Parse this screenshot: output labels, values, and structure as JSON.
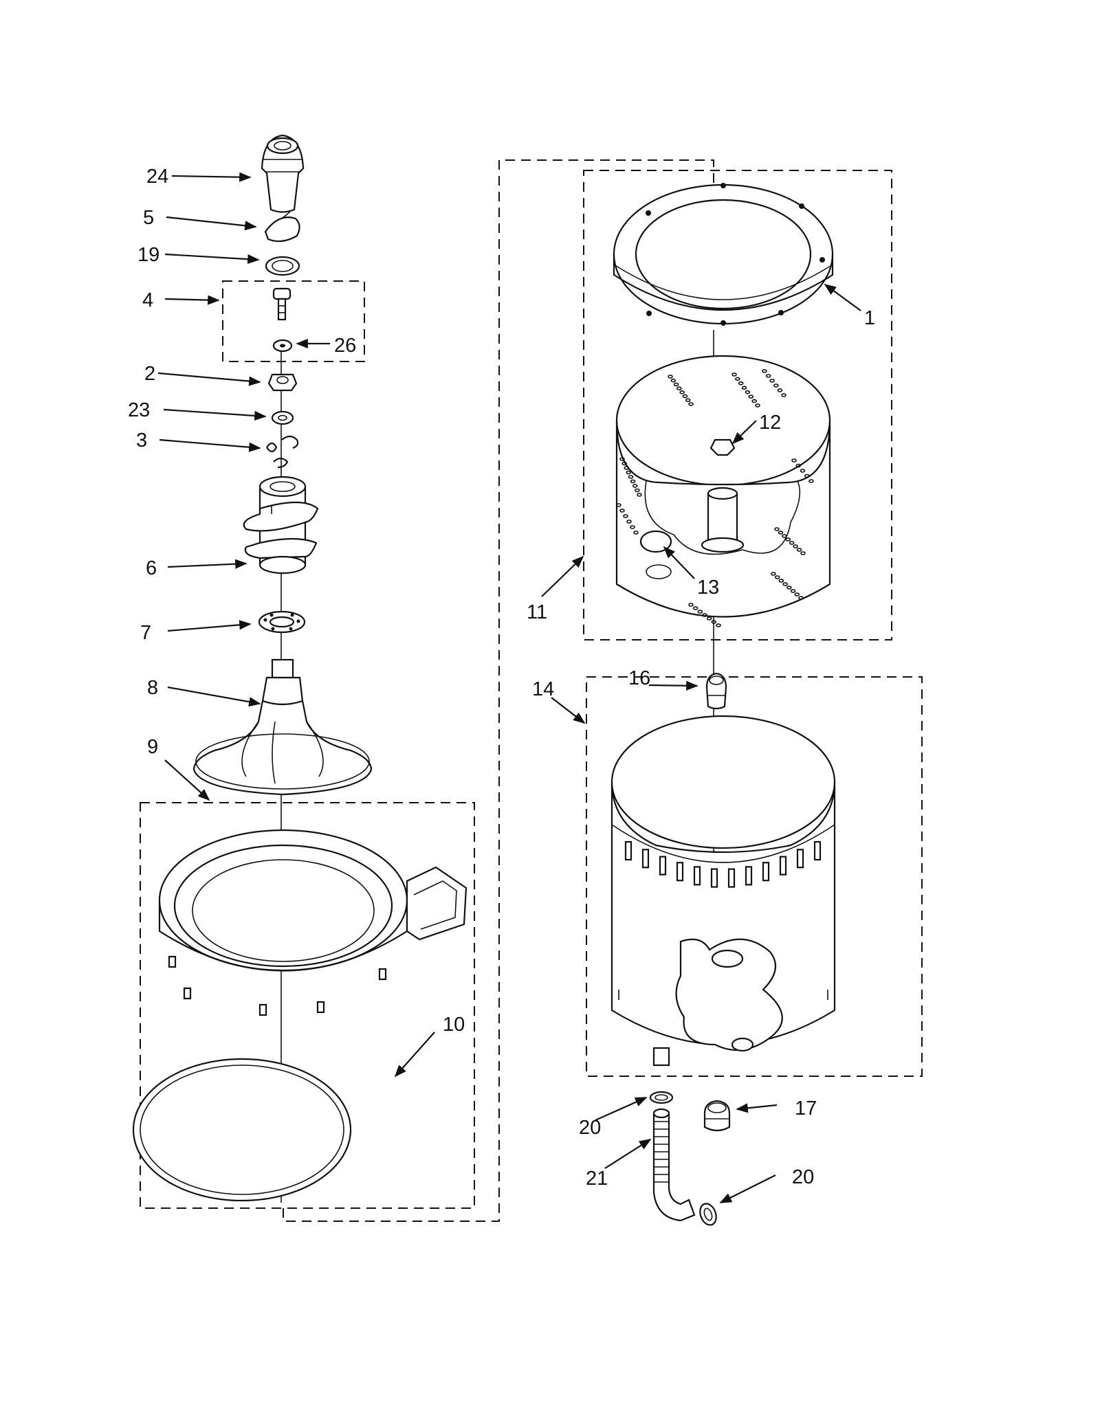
{
  "labels": {
    "p1": "1",
    "p2": "2",
    "p3": "3",
    "p4": "4",
    "p5": "5",
    "p6": "6",
    "p7": "7",
    "p8": "8",
    "p9": "9",
    "p10": "10",
    "p11": "11",
    "p12": "12",
    "p13": "13",
    "p14": "14",
    "p16": "16",
    "p17": "17",
    "p19": "19",
    "p20a": "20",
    "p20b": "20",
    "p21": "21",
    "p23": "23",
    "p24": "24",
    "p26": "26"
  }
}
